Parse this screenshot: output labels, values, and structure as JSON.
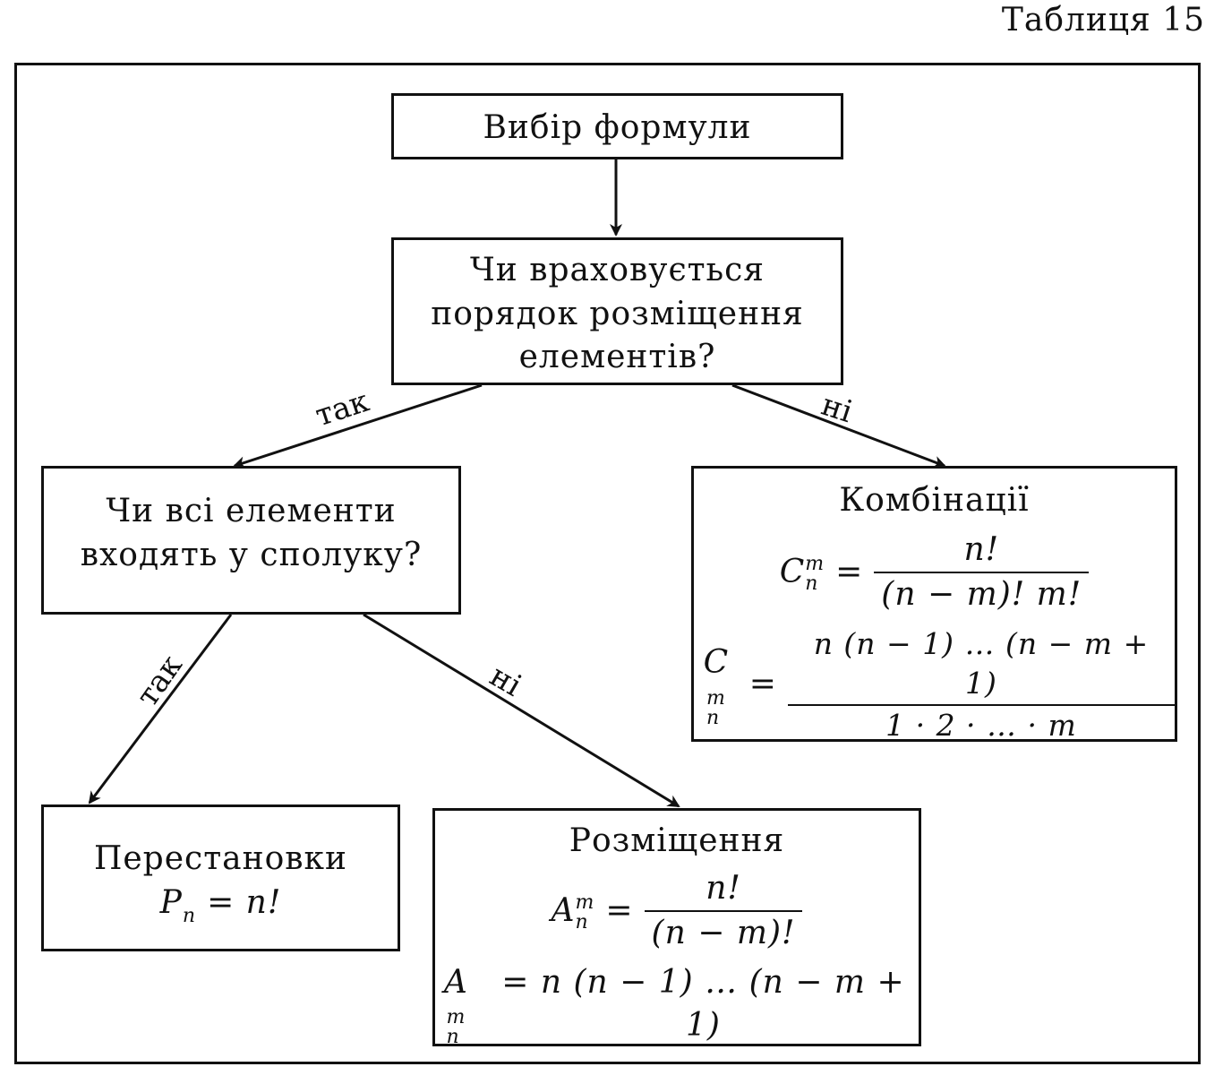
{
  "table_label": "Таблиця 15",
  "nodes": {
    "choose": "Вибір формули",
    "order_q": "Чи враховується порядок розміщення елементів?",
    "all_q": "Чи всі елементи входять у сполуку?",
    "combinations": {
      "title": "Комбінації",
      "f1_lhs_sym": "C",
      "f1_sup": "m",
      "f1_sub": "n",
      "eq": "=",
      "f1_num": "n!",
      "f1_den": "(n − m)! m!",
      "f2_lhs_sym": "C",
      "f2_sup": "m",
      "f2_sub": "n",
      "f2_num": "n (n − 1) … (n − m + 1)",
      "f2_den": "1 · 2 · … · m"
    },
    "permutations": {
      "title": "Перестановки",
      "sym": "P",
      "sub": "n",
      "rhs": "= n!"
    },
    "arrangements": {
      "title": "Розміщення",
      "f1_sym": "A",
      "f1_sup": "m",
      "f1_sub": "n",
      "eq": "=",
      "f1_num": "n!",
      "f1_den": "(n − m)!",
      "f2_sym": "A",
      "f2_sup": "m",
      "f2_sub": "n",
      "f2_rhs": "= n (n − 1) … (n − m + 1)"
    }
  },
  "edges": {
    "yes1": "так",
    "no1": "ні",
    "yes2": "так",
    "no2": "ні"
  }
}
